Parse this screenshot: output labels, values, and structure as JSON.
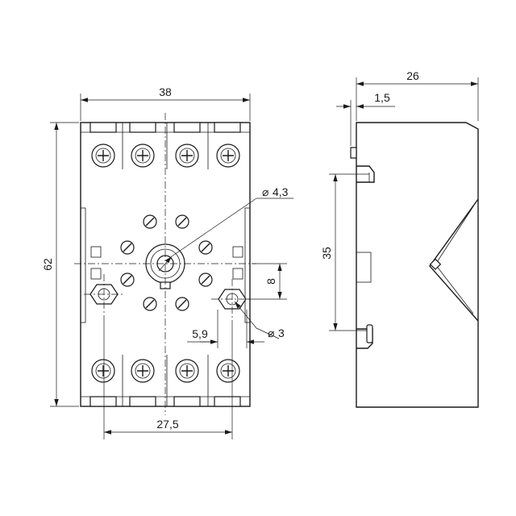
{
  "dimensions": {
    "width": "38",
    "height": "62",
    "mount_spacing": "27,5",
    "mount_offset": "5,9",
    "center_hole_dia": "4,3",
    "mount_hole_dia": "3",
    "mount_vertical_offset": "8",
    "depth": "26",
    "clip_offset": "1,5",
    "rail_height": "35"
  },
  "symbols": {
    "diameter": "⌀"
  }
}
